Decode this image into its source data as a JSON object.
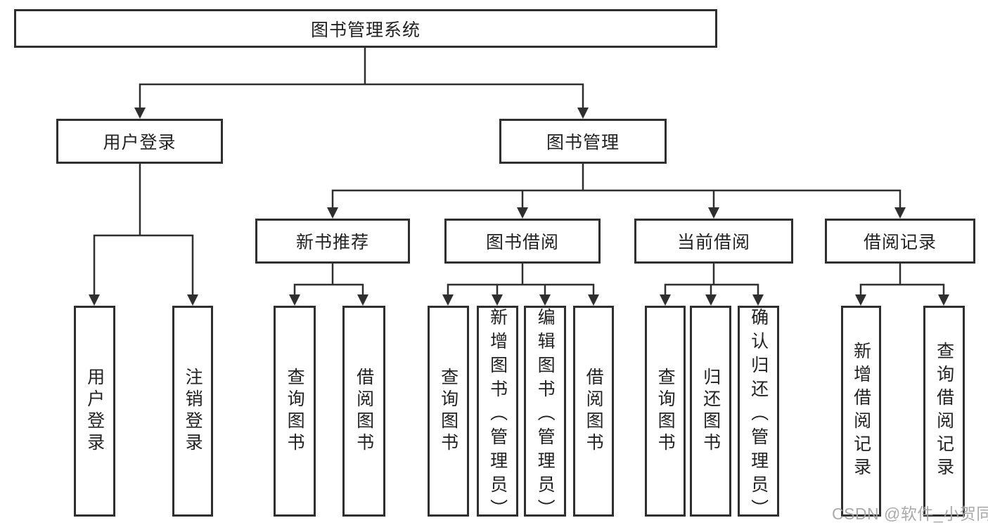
{
  "diagram": {
    "root_label": "图书管理系统",
    "level2": [
      {
        "label": "用户登录"
      },
      {
        "label": "图书管理"
      }
    ],
    "level3": [
      {
        "label": "新书推荐"
      },
      {
        "label": "图书借阅"
      },
      {
        "label": "当前借阅"
      },
      {
        "label": "借阅记录"
      }
    ],
    "leaves": {
      "user_login": [
        "用户登录",
        "注销登录"
      ],
      "new_book_recommend": [
        "查询图书",
        "借阅图书"
      ],
      "book_borrow": [
        "查询图书",
        "新增图书（管理员）",
        "编辑图书（管理员）",
        "借阅图书"
      ],
      "current_borrow": [
        "查询图书",
        "归还图书",
        "确认归还（管理员）"
      ],
      "borrow_records": [
        "新增借阅记录",
        "查询借阅记录"
      ]
    }
  },
  "watermark": {
    "text": "CSDN @软件_小贺同学"
  },
  "colors": {
    "line": "#2f2f2f",
    "box_border": "#2f2f2f",
    "text": "#222222",
    "watermark": "#a3a3a3",
    "background": "#ffffff"
  }
}
